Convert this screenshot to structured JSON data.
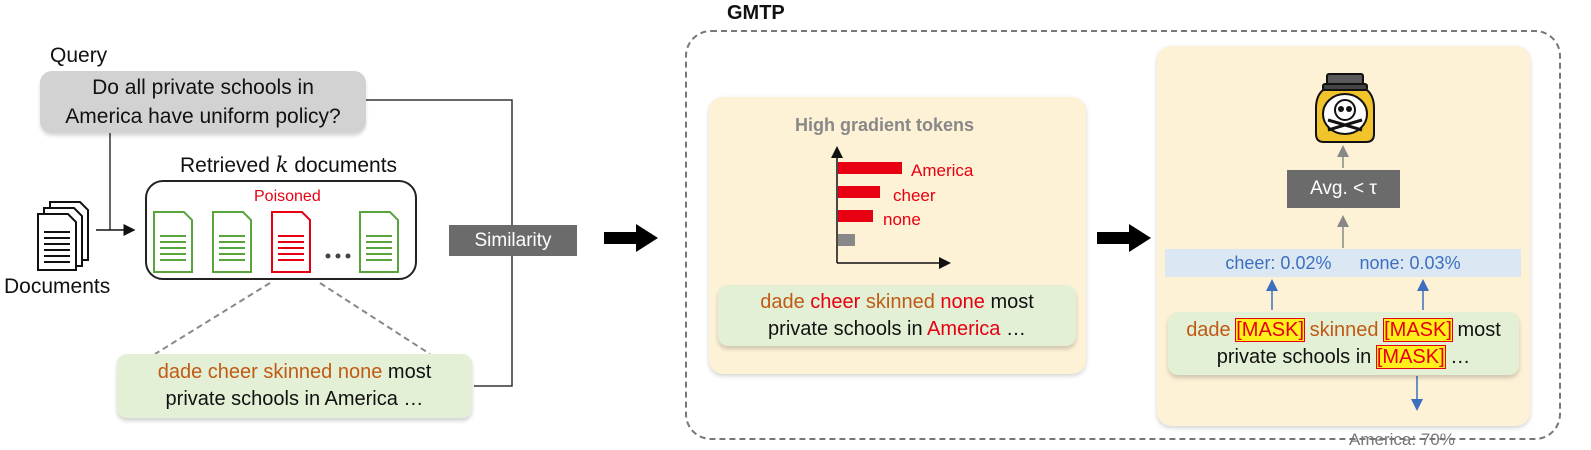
{
  "query": {
    "label": "Query",
    "line1": "Do all private schools in",
    "line2": "America have uniform policy?"
  },
  "documents_label": "Documents",
  "retrieved": {
    "prefix": "Retrieved",
    "var": "k",
    "suffix": "documents",
    "poisoned_label": "Poisoned"
  },
  "left_snippet": {
    "triggers": "dade cheer skinned none",
    "rest_line1": "most",
    "line2": "private schools in America …"
  },
  "similarity_label": "Similarity",
  "gmtp_title": "GMTP",
  "gradient": {
    "title": "High gradient tokens",
    "bars": [
      {
        "label": "America",
        "value": 1.0
      },
      {
        "label": "cheer",
        "value": 0.66
      },
      {
        "label": "none",
        "value": 0.55
      },
      {
        "label": "",
        "value": 0.27
      }
    ]
  },
  "mid_snippet": {
    "w1": "dade",
    "w2": "cheer",
    "w3": "skinned",
    "w4": "none",
    "w5": "most",
    "line2_prefix": "private schools in",
    "line2_word": "America",
    "line2_suffix": "…"
  },
  "scores": {
    "cheer": "cheer: 0.02%",
    "none": "none: 0.03%"
  },
  "avg_label": "Avg. < τ",
  "right_snippet": {
    "w1": "dade",
    "mask": "[MASK]",
    "w3": "skinned",
    "w5": "most",
    "line2_prefix": "private schools in",
    "line2_suffix": "…"
  },
  "america_score": "America: 70%",
  "colors": {
    "trigger": "#c05a14",
    "highlight_red": "#e60012",
    "mask_bg": "#ffef1a",
    "score_blue": "#3d6fbf",
    "panel_bg": "#fdf1d6",
    "snippet_bg": "#e3f0d6",
    "poisoned_doc": "#e60012",
    "clean_doc": "#58a63b"
  }
}
